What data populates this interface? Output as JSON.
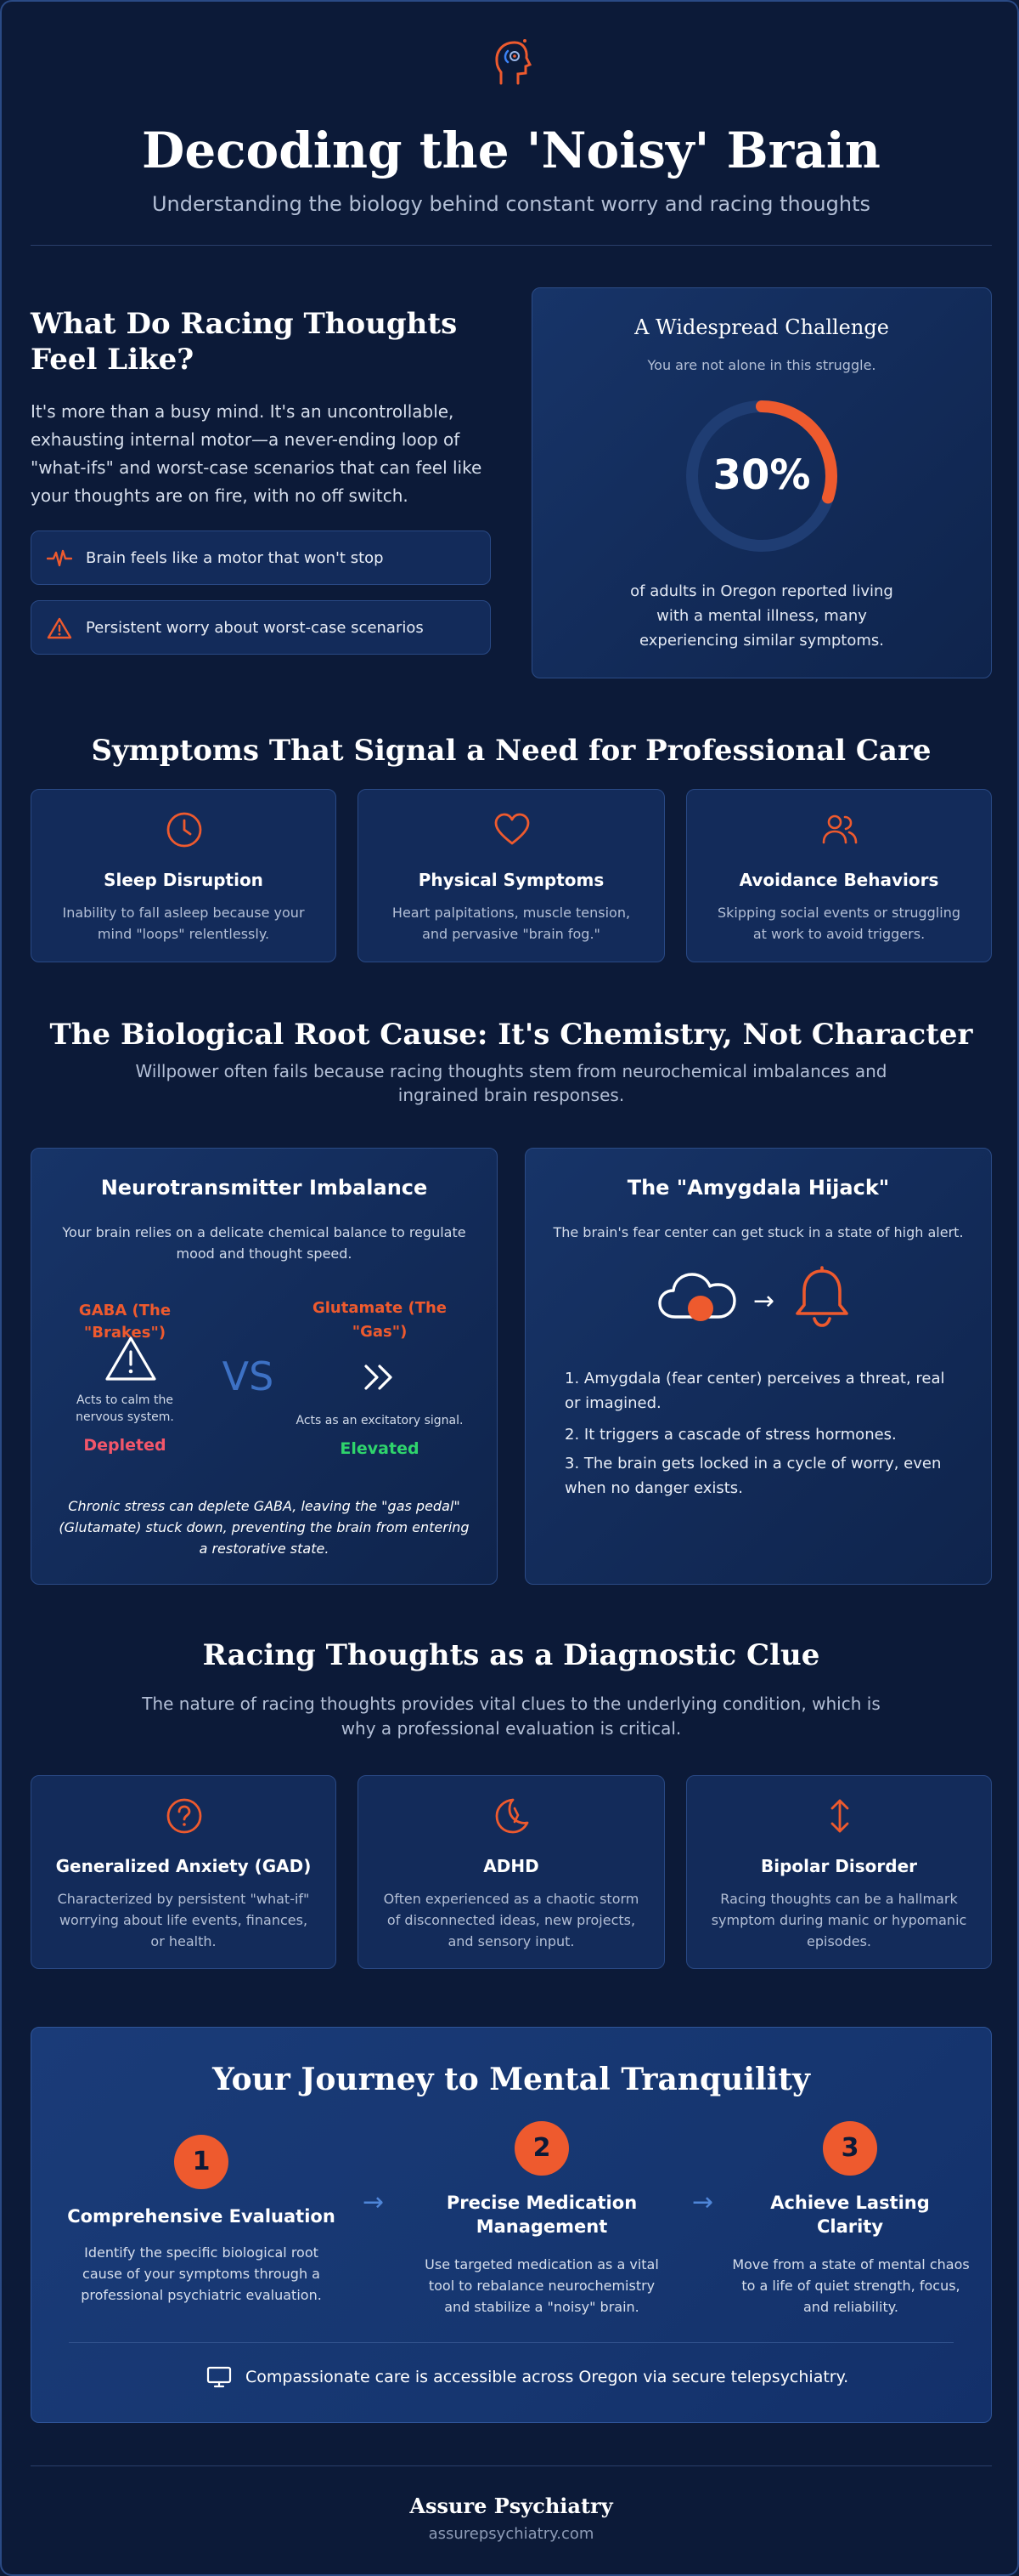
{
  "header": {
    "title": "Decoding the 'Noisy' Brain",
    "subtitle": "Understanding the biology behind constant worry and racing thoughts"
  },
  "intro": {
    "heading": "What Do Racing Thoughts Feel Like?",
    "body": "It's more than a busy mind. It's an uncontrollable, exhausting internal motor—a never-ending loop of \"what-ifs\" and worst-case scenarios that can feel like your thoughts are on fire, with no off switch.",
    "bullets": [
      {
        "text": "Brain feels like a motor that won't stop",
        "icon": "pulse-icon"
      },
      {
        "text": "Persistent worry about worst-case scenarios",
        "icon": "warning-icon"
      }
    ]
  },
  "stat": {
    "title": "A Widespread Challenge",
    "subtitle": "You are not alone in this struggle.",
    "value": 30,
    "value_label": "30%",
    "caption": "of adults in Oregon reported living with a mental illness, many experiencing similar symptoms."
  },
  "symptoms": {
    "heading": "Symptoms That Signal a Need for Professional Care",
    "cards": [
      {
        "title": "Sleep Disruption",
        "desc": "Inability to fall asleep because your mind \"loops\" relentlessly.",
        "icon": "clock-icon"
      },
      {
        "title": "Physical Symptoms",
        "desc": "Heart palpitations, muscle tension, and pervasive \"brain fog.\"",
        "icon": "heart-icon"
      },
      {
        "title": "Avoidance Behaviors",
        "desc": "Skipping social events or struggling at work to avoid triggers.",
        "icon": "users-icon"
      }
    ]
  },
  "root": {
    "heading": "The Biological Root Cause: It's Chemistry, Not Character",
    "subtitle": "Willpower often fails because racing thoughts stem from neurochemical imbalances and ingrained brain responses.",
    "neuro": {
      "title": "Neurotransmitter Imbalance",
      "desc": "Your brain relies on a delicate chemical balance to regulate mood and thought speed.",
      "gaba_label": "GABA (The \"Brakes\")",
      "gaba_desc": "Acts to calm the nervous system.",
      "gaba_status": "Depleted",
      "vs": "VS",
      "glut_label": "Glutamate (The \"Gas\")",
      "glut_desc": "Acts as an excitatory signal.",
      "glut_status": "Elevated",
      "note": "Chronic stress can deplete GABA, leaving the \"gas pedal\" (Glutamate) stuck down, preventing the brain from entering a restorative state."
    },
    "amygdala": {
      "title": "The \"Amygdala Hijack\"",
      "desc": "The brain's fear center can get stuck in a state of high alert.",
      "arrow": "→",
      "steps": [
        "1. Amygdala (fear center) perceives a threat, real or imagined.",
        "2. It triggers a cascade of stress hormones.",
        "3. The brain gets locked in a cycle of worry, even when no danger exists."
      ]
    }
  },
  "diagnostic": {
    "heading": "Racing Thoughts as a Diagnostic Clue",
    "subtitle": "The nature of racing thoughts provides vital clues to the underlying condition, which is why a professional evaluation is critical.",
    "cards": [
      {
        "title": "Generalized Anxiety (GAD)",
        "desc": "Characterized by persistent \"what-if\" worrying about life events, finances, or health.",
        "icon": "question-icon"
      },
      {
        "title": "ADHD",
        "desc": "Often experienced as a chaotic storm of disconnected ideas, new projects, and sensory input.",
        "icon": "moon-icon"
      },
      {
        "title": "Bipolar Disorder",
        "desc": "Racing thoughts can be a hallmark symptom during manic or hypomanic episodes.",
        "icon": "updown-arrows-icon"
      }
    ]
  },
  "journey": {
    "heading": "Your Journey to Mental Tranquility",
    "steps": [
      {
        "num": "1",
        "title": "Comprehensive Evaluation",
        "desc": "Identify the specific biological root cause of your symptoms through a professional psychiatric evaluation."
      },
      {
        "num": "2",
        "title": "Precise Medication Management",
        "desc": "Use targeted medication as a vital tool to rebalance neurochemistry and stabilize a \"noisy\" brain."
      },
      {
        "num": "3",
        "title": "Achieve Lasting Clarity",
        "desc": "Move from a state of mental chaos to a life of quiet strength, focus, and reliability."
      }
    ],
    "arrow": "→",
    "footer_note": "Compassionate care is accessible across Oregon via secure telepsychiatry."
  },
  "footer": {
    "brand": "Assure Psychiatry",
    "url": "assurepsychiatry.com"
  },
  "colors": {
    "accent": "#ee5a2e",
    "background": "#0c1a38",
    "card": "#132b5a",
    "depleted": "#f2566a",
    "elevated": "#2fd46c"
  }
}
